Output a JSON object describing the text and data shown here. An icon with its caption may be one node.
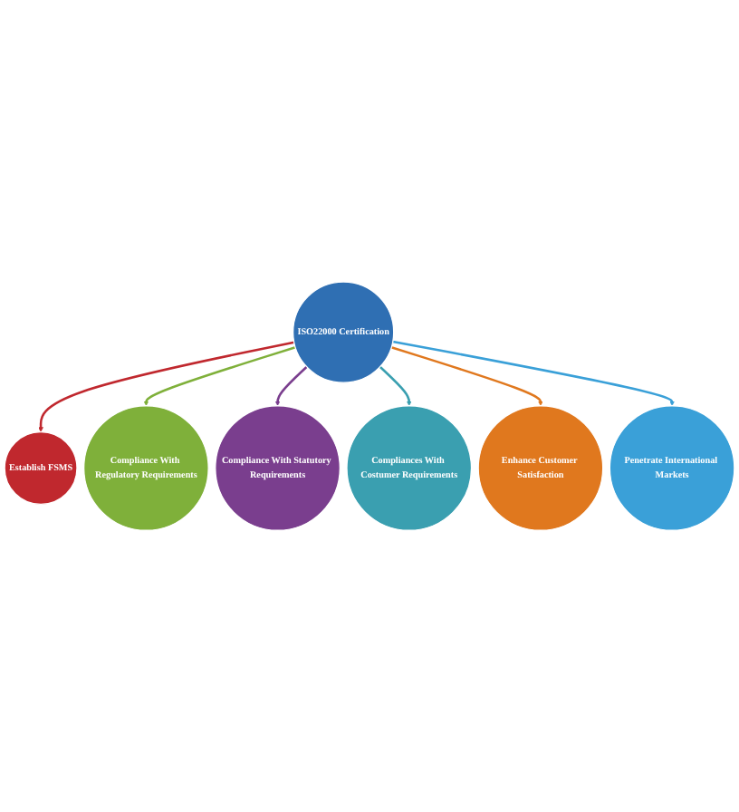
{
  "diagram": {
    "nodes": [
      {
        "text": [
          "ISO22000 Certification"
        ]
      },
      {
        "text": [
          "Establish FSMS"
        ]
      },
      {
        "text": [
          "Compliance With Regulatory Requirements"
        ]
      },
      {
        "text": [
          "Compliance With Statutory Requirements"
        ]
      },
      {
        "text": [
          "Compliances With Costumer Requirements"
        ]
      },
      {
        "text": [
          "Enhance Customer Satisfaction"
        ]
      },
      {
        "text": [
          "Penetrate International Markets"
        ]
      }
    ],
    "edges": [
      {
        "from": 0,
        "to": 1,
        "arrow": "to",
        "color": "#c0282e"
      },
      {
        "from": 0,
        "to": 2,
        "arrow": "to",
        "color": "#7fb03a"
      },
      {
        "from": 0,
        "to": 3,
        "arrow": "to",
        "color": "#7a3e8e"
      },
      {
        "from": 0,
        "to": 4,
        "arrow": "to",
        "color": "#3a9fb0"
      },
      {
        "from": 0,
        "to": 5,
        "arrow": "to",
        "color": "#e0781e"
      },
      {
        "from": 0,
        "to": 6,
        "arrow": "to",
        "color": "#3aa0d8"
      }
    ]
  }
}
